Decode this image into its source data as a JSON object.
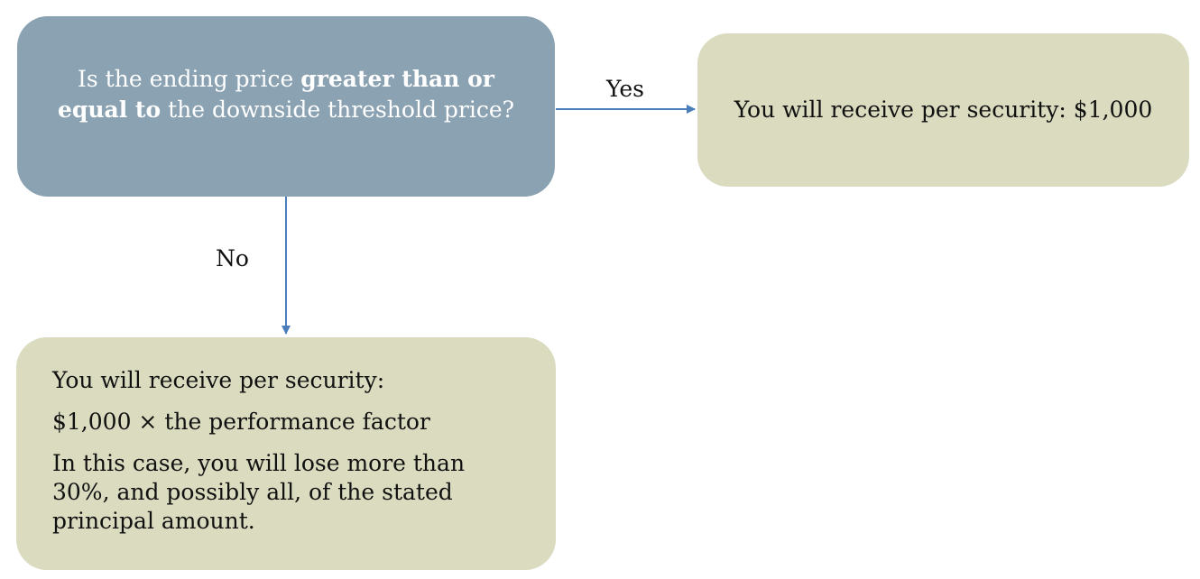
{
  "decision": {
    "text_before": "Is the ending price ",
    "text_bold": "greater than or equal to",
    "text_after": " the downside threshold price?"
  },
  "edges": {
    "yes_label": "Yes",
    "no_label": "No"
  },
  "yes_outcome": {
    "text": "You will receive per security: $1,000"
  },
  "no_outcome": {
    "line1": "You will receive per security:",
    "line2": "$1,000 × the performance factor",
    "line3": "In this case, you will lose more than 30%, and possibly all, of the stated principal amount."
  },
  "colors": {
    "decision_fill": "#8aa2b2",
    "outcome_fill": "#dadbbf",
    "arrow": "#4a7ebb"
  }
}
